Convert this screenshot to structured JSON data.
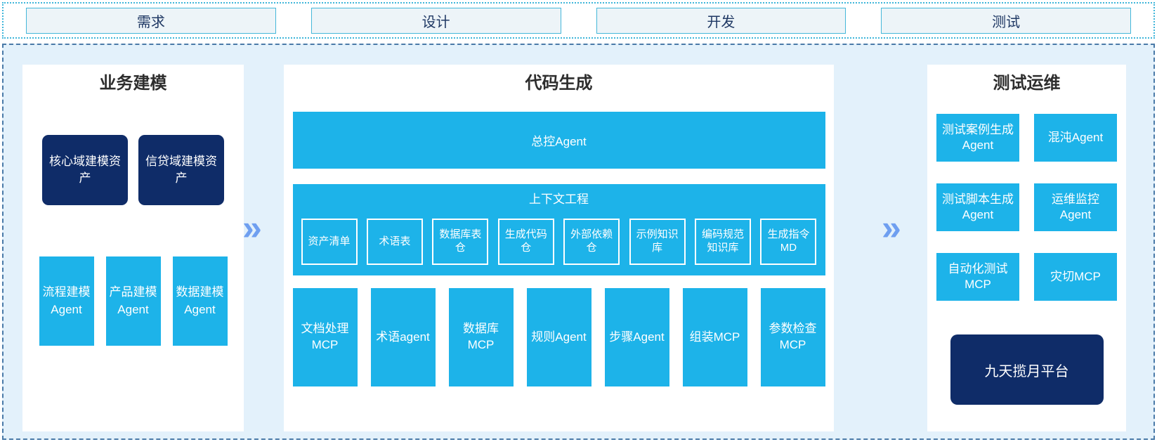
{
  "colors": {
    "cyan": "#1db3e9",
    "navy": "#0f2c68",
    "panel_bg": "#ffffff",
    "container_bg": "#e3f1fb",
    "stage_border": "#45b7d9",
    "chevron": "#6f9ff0"
  },
  "phases": {
    "items": [
      "需求",
      "设计",
      "开发",
      "测试"
    ]
  },
  "panels": {
    "business": {
      "title": "业务建模",
      "assets": [
        "核心域建模资产",
        "信贷域建模资产"
      ],
      "agents": [
        "流程建模Agent",
        "产品建模Agent",
        "数据建模Agent"
      ]
    },
    "codegen": {
      "title": "代码生成",
      "master_agent": "总控Agent",
      "context": {
        "title": "上下文工程",
        "items": [
          "资产清单",
          "术语表",
          "数据库表仓",
          "生成代码仓",
          "外部依赖仓",
          "示例知识库",
          "编码规范知识库",
          "生成指令MD"
        ]
      },
      "tools": [
        "文档处理MCP",
        "术语agent",
        "数据库MCP",
        "规则Agent",
        "步骤Agent",
        "组装MCP",
        "参数检查MCP"
      ]
    },
    "testops": {
      "title": "测试运维",
      "boxes": [
        "测试案例生成Agent",
        "混沌Agent",
        "测试脚本生成Agent",
        "运维监控Agent",
        "自动化测试MCP",
        "灾切MCP"
      ],
      "platform": "九天揽月平台"
    }
  },
  "icons": {
    "flow_arrow": "»"
  }
}
